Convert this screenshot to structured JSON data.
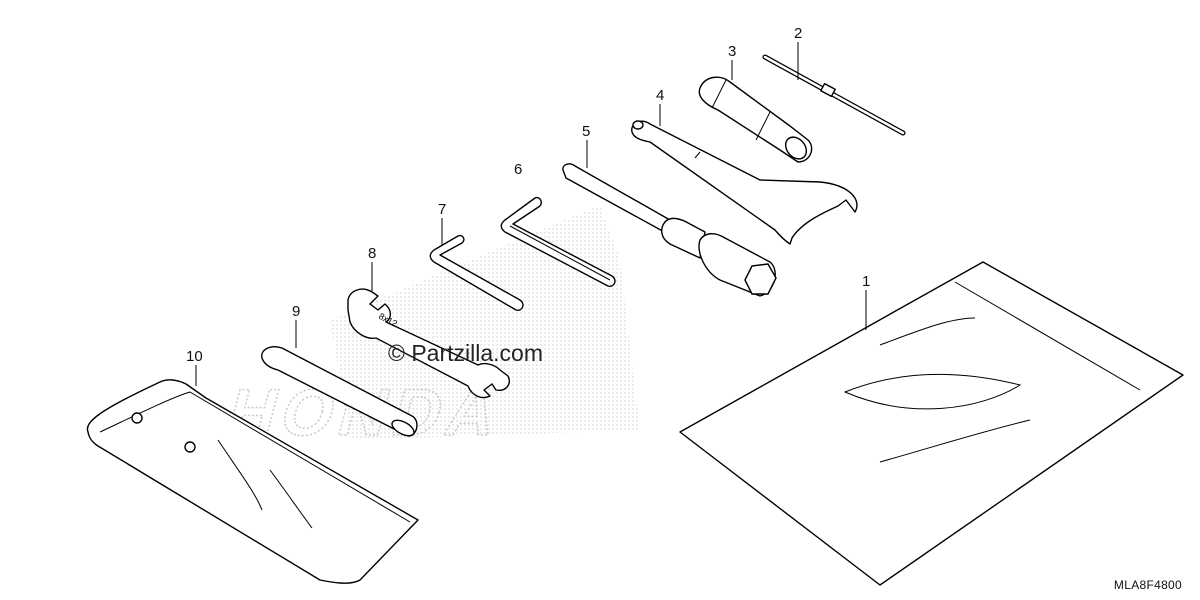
{
  "diagram": {
    "callouts": [
      {
        "id": "1",
        "label": "1"
      },
      {
        "id": "2",
        "label": "2"
      },
      {
        "id": "3",
        "label": "3"
      },
      {
        "id": "4",
        "label": "4"
      },
      {
        "id": "5",
        "label": "5"
      },
      {
        "id": "6",
        "label": "6"
      },
      {
        "id": "7",
        "label": "7"
      },
      {
        "id": "8",
        "label": "8"
      },
      {
        "id": "9",
        "label": "9"
      },
      {
        "id": "10",
        "label": "10"
      }
    ],
    "wrench_marking": "8x12",
    "watermark": "© Partzilla.com",
    "background_logo": "HONDA",
    "reference_code": "MLA8F4800"
  }
}
